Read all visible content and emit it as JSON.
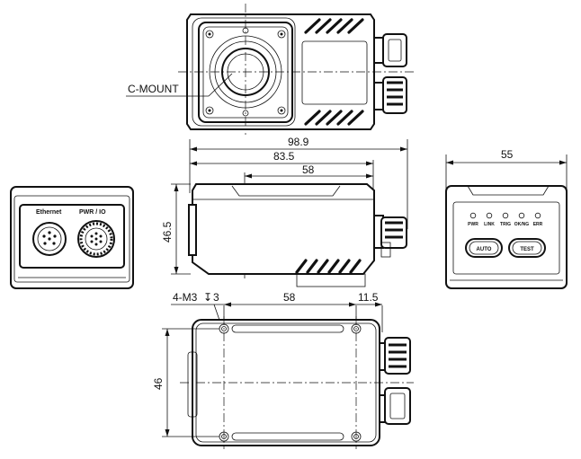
{
  "labels": {
    "c_mount": "C-MOUNT",
    "ethernet": "Ethernet",
    "pwr_io": "PWR / IO",
    "auto_button": "AUTO",
    "test_button": "TEST",
    "indicators": [
      "PWR",
      "LINK",
      "TRIG",
      "OK/NG",
      "ERR"
    ],
    "hole_callout": "4-M3"
  },
  "dimensions": {
    "overall_length": "98.9",
    "body_length": "83.5",
    "front_segment": "58",
    "side_height": "46.5",
    "back_width": "55",
    "hole_spacing": "58",
    "rear_offset": "11.5",
    "bottom_width": "46",
    "hole_depth": "3"
  }
}
